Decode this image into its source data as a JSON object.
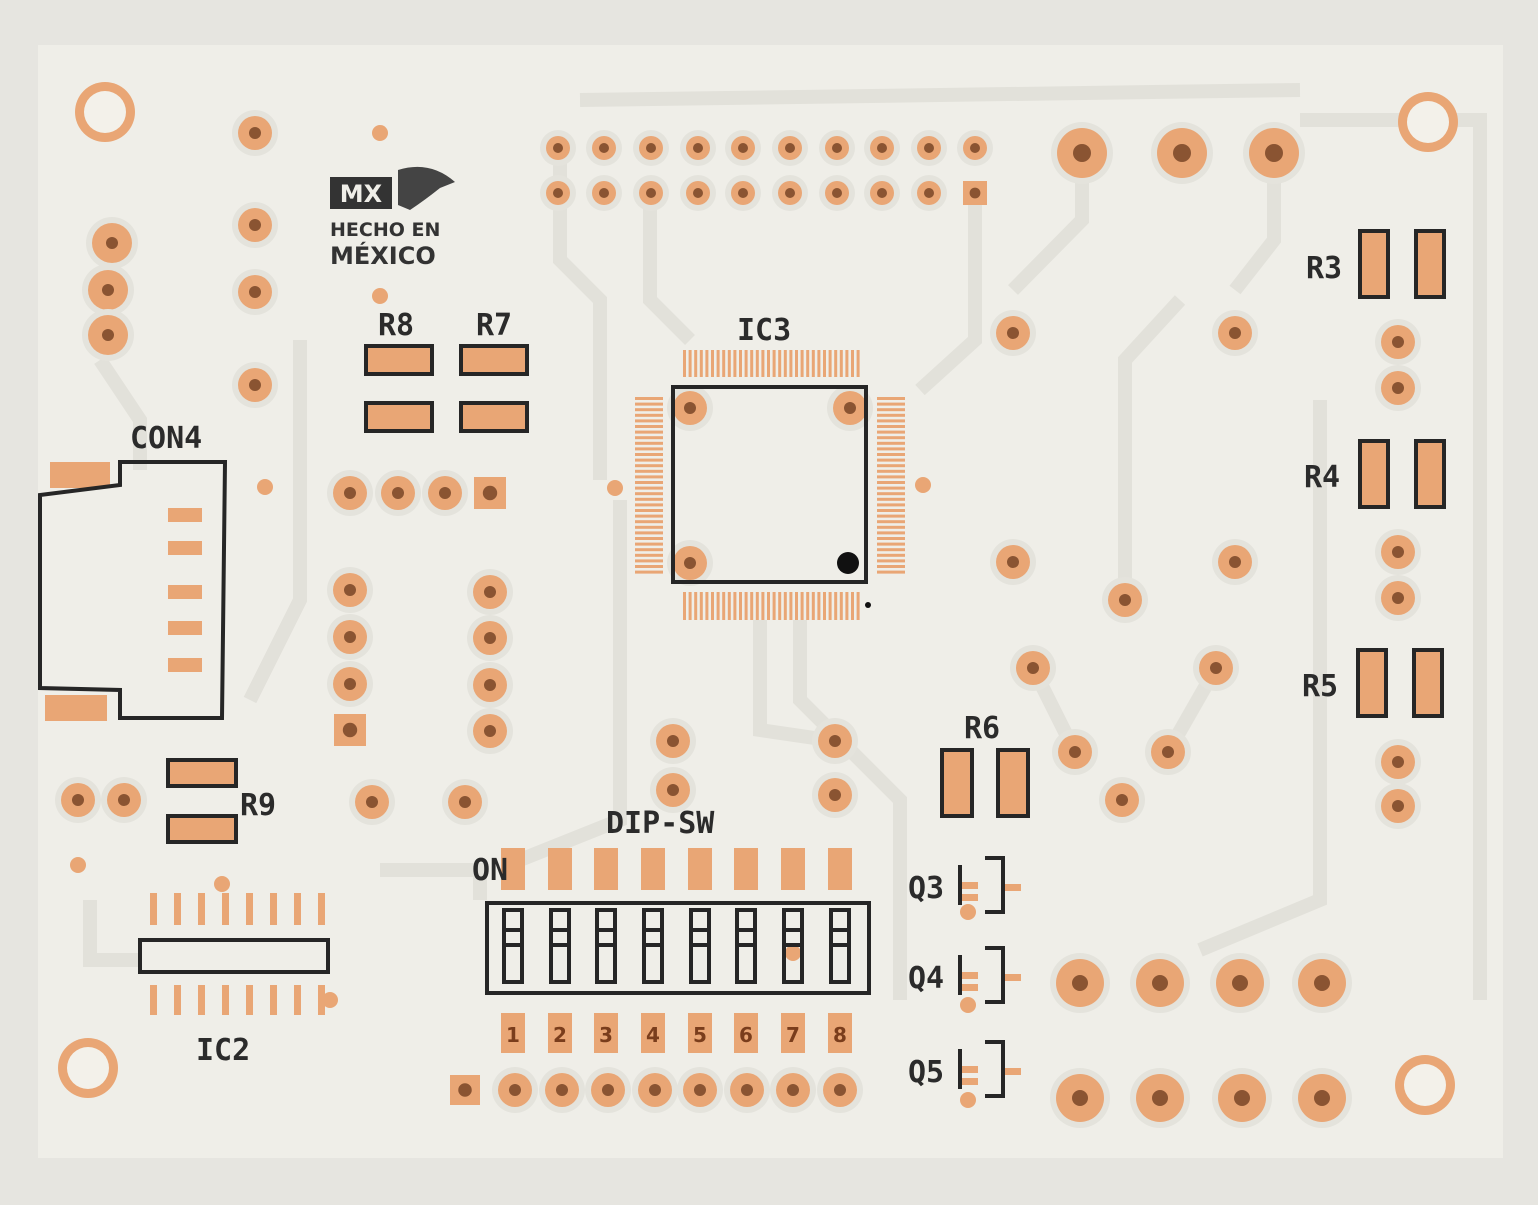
{
  "colors": {
    "board": "#efeee8",
    "trace": "#e4e3dc",
    "copper": "#e9a675",
    "hole": "#8a5432",
    "silk": "#262626"
  },
  "logo": {
    "badge": "MX",
    "line1": "HECHO EN",
    "line2": "MÉXICO"
  },
  "labels": {
    "r8": "R8",
    "r7": "R7",
    "ic3": "IC3",
    "r3": "R3",
    "r4": "R4",
    "r5": "R5",
    "r6": "R6",
    "con4": "CON4",
    "r9": "R9",
    "ic2": "IC2",
    "dip": "DIP-SW",
    "on": "ON",
    "q3": "Q3",
    "q4": "Q4",
    "q5": "Q5"
  },
  "dip_numbers": [
    "1",
    "2",
    "3",
    "4",
    "5",
    "6",
    "7",
    "8"
  ]
}
